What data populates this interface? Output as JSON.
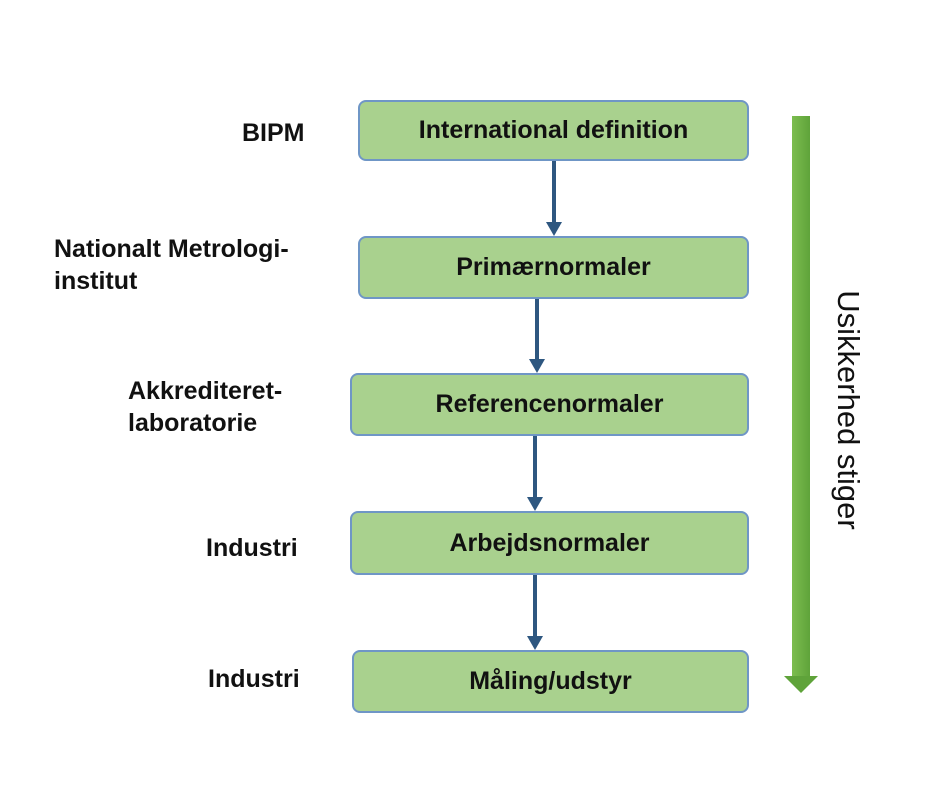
{
  "levels": [
    {
      "organization": [
        "BIPM"
      ],
      "standard": "International definition"
    },
    {
      "organization": [
        "Nationalt Metrologi-",
        "institut"
      ],
      "standard": "Primærnormaler"
    },
    {
      "organization": [
        "Akkrediteret-",
        "laboratorie"
      ],
      "standard": "Referencenormaler"
    },
    {
      "organization": [
        "Industri"
      ],
      "standard": "Arbejdsnormaler"
    },
    {
      "organization": [
        "Industri"
      ],
      "standard": "Måling/udstyr"
    }
  ],
  "side_label": "Usikkerhed stiger",
  "colors": {
    "box_fill": "#a9d18e",
    "box_border": "#6f96c6",
    "connector": "#2e5780",
    "side_arrow": "#6aae45"
  },
  "icons": {
    "connector": "down-arrow",
    "side_arrow": "down-arrow"
  }
}
